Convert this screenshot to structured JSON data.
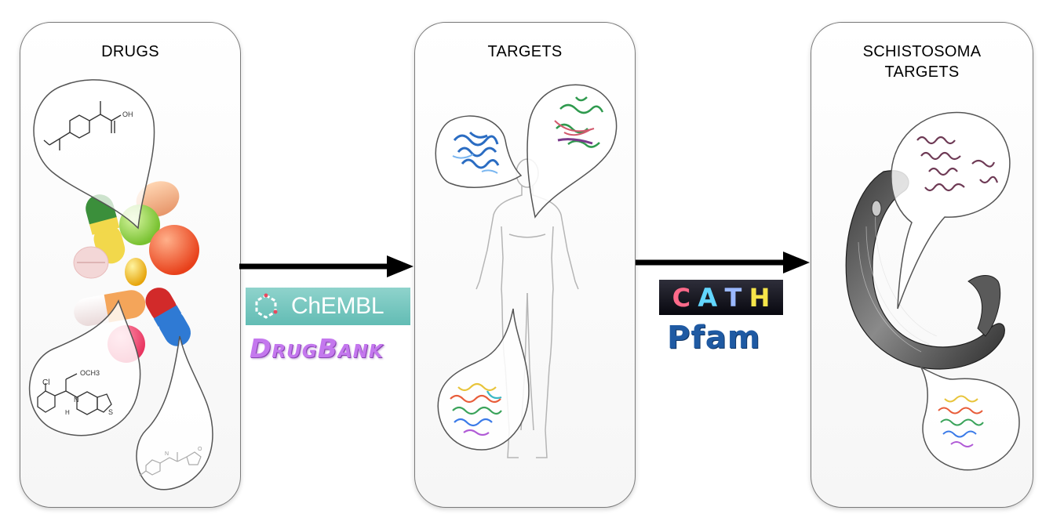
{
  "panels": [
    {
      "title_lines": [
        "DRUGS"
      ]
    },
    {
      "title_lines": [
        "TARGETS"
      ]
    },
    {
      "title_lines": [
        "SCHISTOSOMA",
        "TARGETS"
      ]
    }
  ],
  "logos": {
    "chembl": "ChEMBL",
    "drugbank": "DrugBank",
    "cath_letters": [
      {
        "letter": "C",
        "color": "#ff6a8a"
      },
      {
        "letter": "A",
        "color": "#62d6ff"
      },
      {
        "letter": "T",
        "color": "#9ab8ff"
      },
      {
        "letter": "H",
        "color": "#f6e54a"
      }
    ],
    "pfam": "Pfam"
  },
  "molecule_labels": {
    "ibuprofen_oh": "OH",
    "clopidogrel_cl": "Cl",
    "clopidogrel_och3": "OCH3",
    "clopidogrel_n": "N",
    "clopidogrel_h": "H",
    "clopidogrel_s": "S",
    "third_n": "N",
    "third_o": "O"
  },
  "colors": {
    "arrow": "#000000",
    "panel_border": "#7a7a7a",
    "bubble_border": "#555555"
  }
}
